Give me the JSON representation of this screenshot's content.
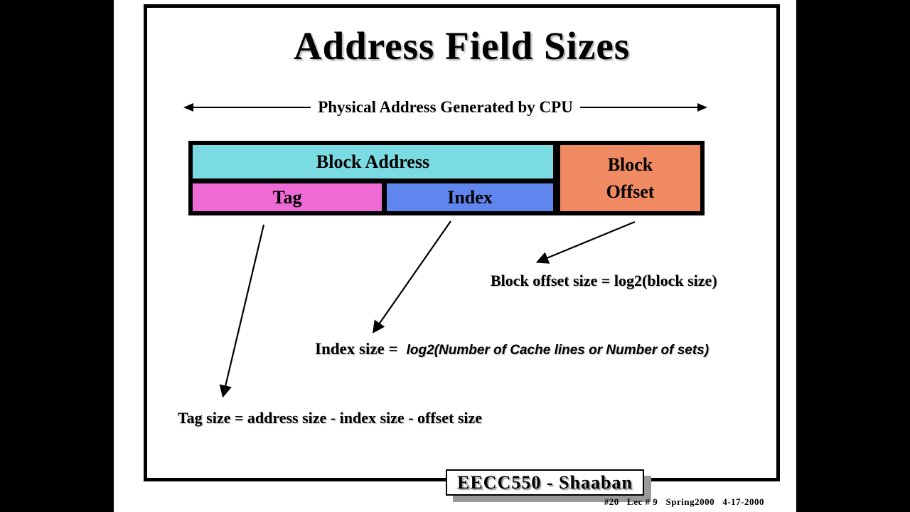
{
  "slide": {
    "title": "Address Field Sizes",
    "cpu_arrow": {
      "label": "Physical Address Generated by CPU"
    },
    "address_diagram": {
      "block_address": "Block Address",
      "tag": "Tag",
      "index": "Index",
      "block_offset": "Block Offset"
    },
    "formulas": {
      "block_offset_size": "Block offset size = log2(block size)",
      "index_size_prefix": "Index size =",
      "index_size_expression": "log2(Number of Cache lines or Number of sets)",
      "tag_size": "Tag size = address size - index size - offset size"
    },
    "footer": {
      "course": "EECC550 - Shaaban",
      "lecture_info": "#20   Lec # 9   Spring2000   4-17-2000"
    },
    "colors": {
      "block_address": "#7adce2",
      "tag": "#ee6ad4",
      "index": "#5f85ee",
      "block_offset": "#f08a62",
      "badge_shadow": "#999999"
    }
  }
}
